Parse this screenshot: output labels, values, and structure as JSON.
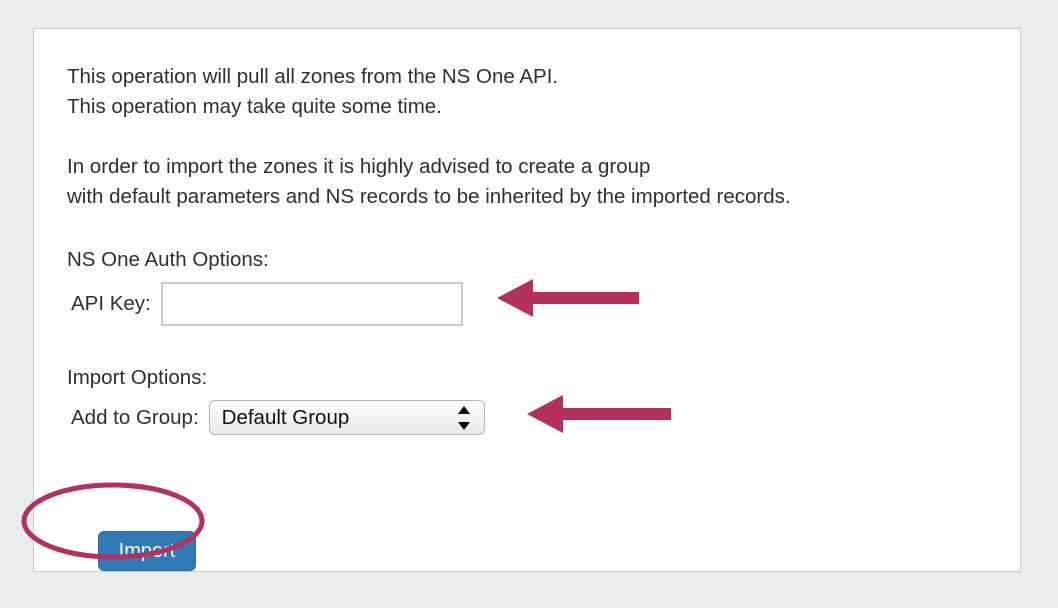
{
  "page": {
    "background_color": "#eaedef",
    "panel_background": "#ffffff",
    "panel_border_color": "#cccccc"
  },
  "description": {
    "paragraph1": [
      "This operation will pull all zones from the NS One API.",
      "This operation may take quite some time."
    ],
    "paragraph2": [
      "In order to import the zones it is highly advised to create a group",
      "with default parameters and NS records to be inherited by the imported records."
    ]
  },
  "auth_options": {
    "heading": "NS One Auth Options:",
    "api_key": {
      "label": "API Key:",
      "value": "",
      "placeholder": ""
    }
  },
  "import_options": {
    "heading": "Import Options:",
    "group": {
      "label": "Add to Group:",
      "selected": "Default Group",
      "options": [
        "Default Group"
      ]
    }
  },
  "actions": {
    "import_button": {
      "label": "Import",
      "color": "#3279b7",
      "text_color": "#ffffff"
    }
  },
  "annotations": {
    "color": "#b4305f",
    "arrow_api_key": {
      "name": "arrow-pointing-to-api-key",
      "direction": "left"
    },
    "arrow_group_select": {
      "name": "arrow-pointing-to-group-select",
      "direction": "left"
    },
    "ellipse_import_button": {
      "name": "ellipse-around-import-button"
    }
  }
}
